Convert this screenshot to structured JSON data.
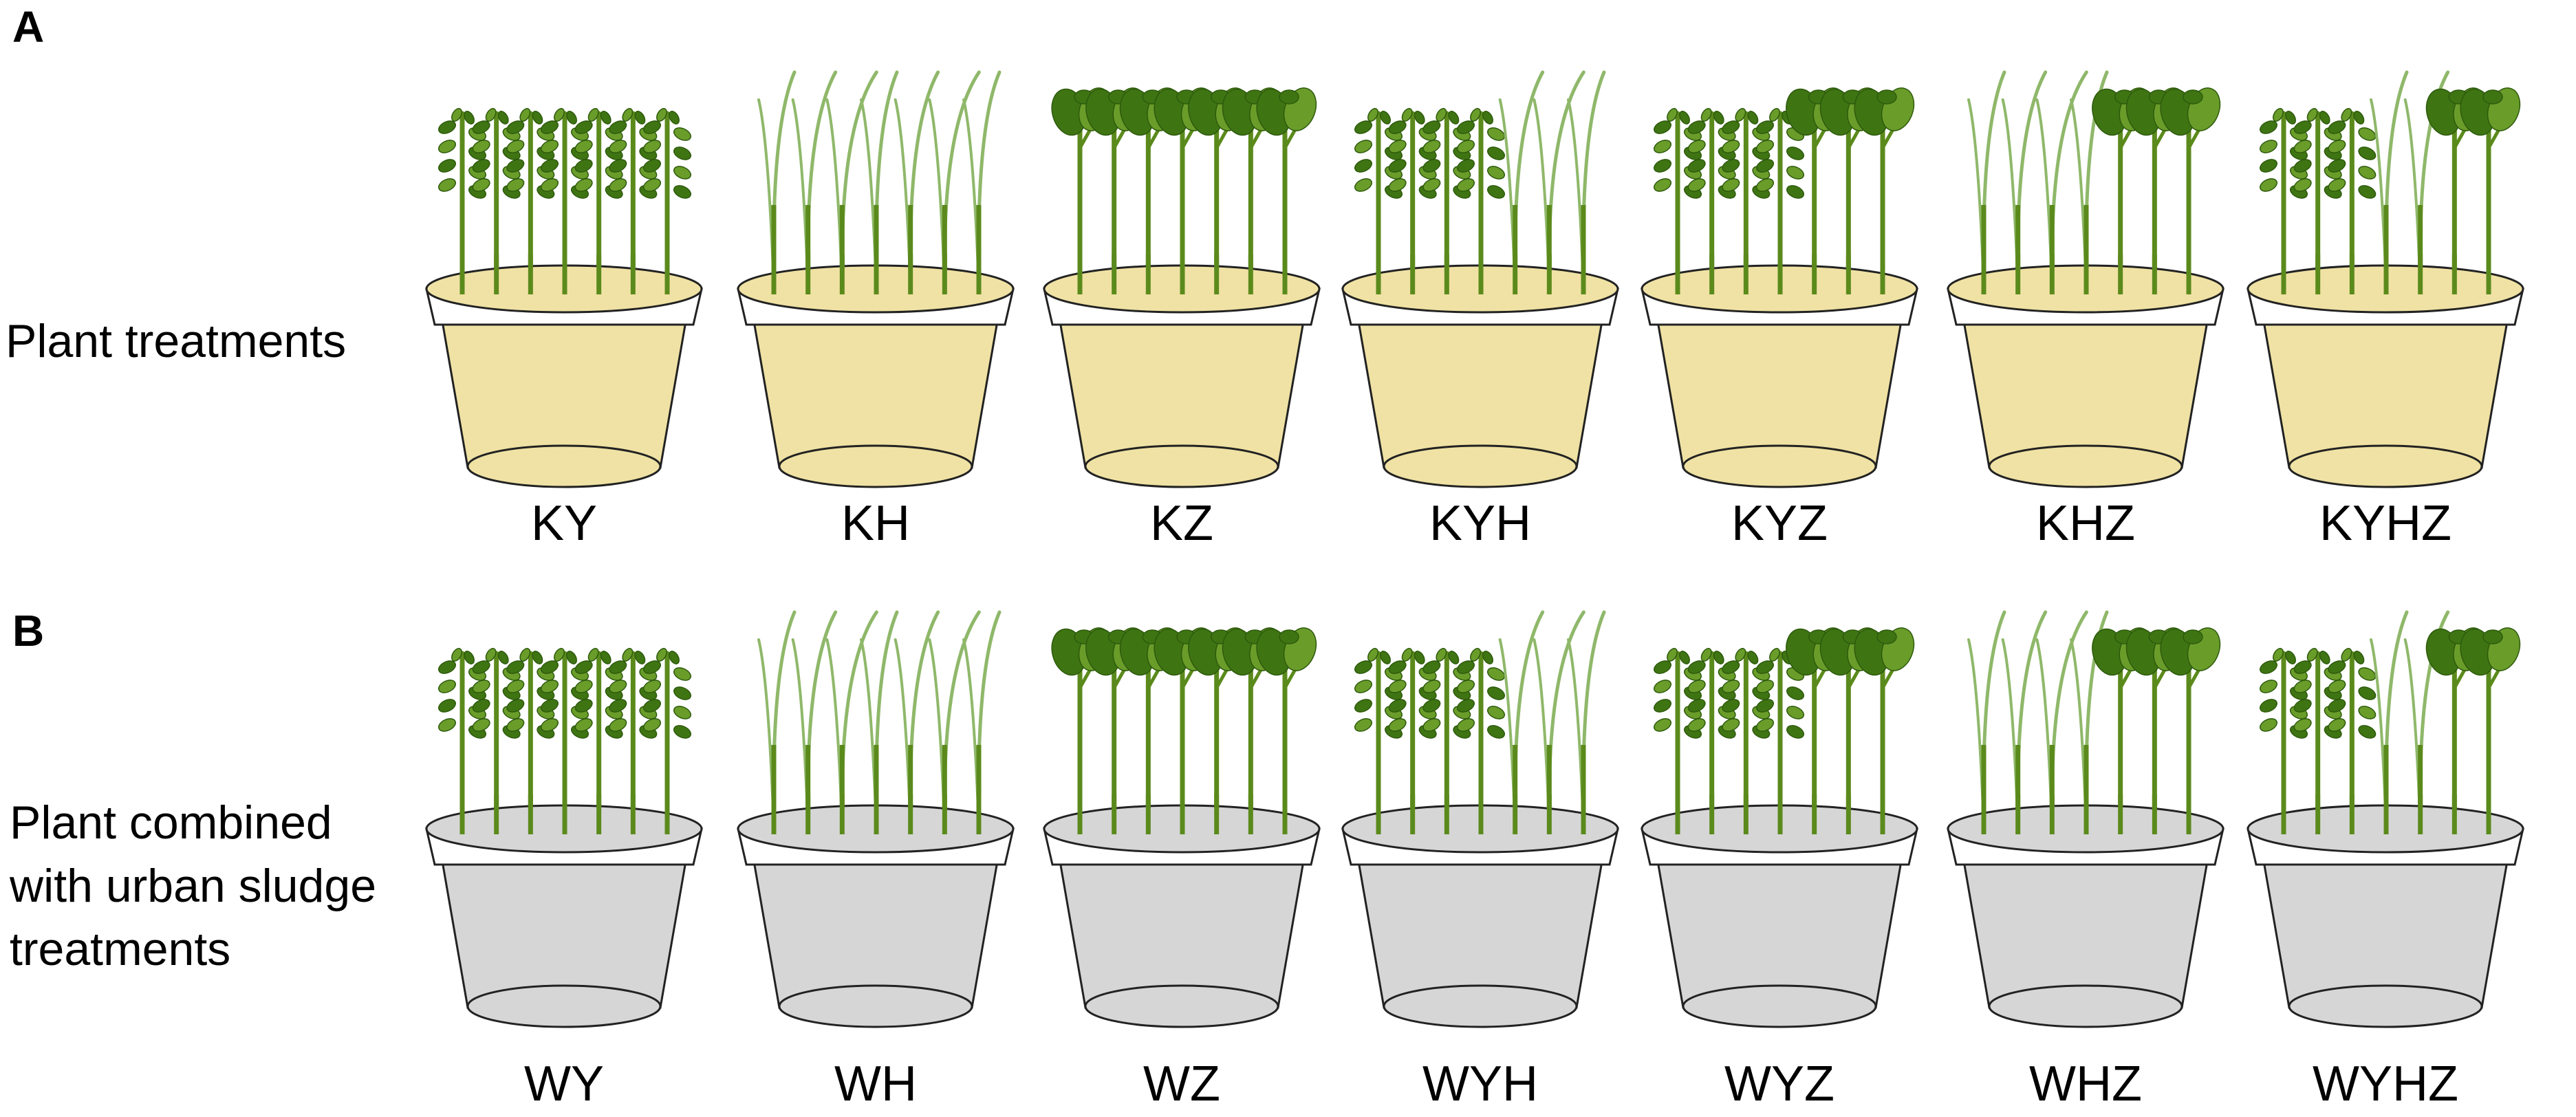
{
  "panels": [
    {
      "letter": "A",
      "label_lines": [
        "Plant treatments"
      ],
      "soil_color": "#efe2a4",
      "pots": [
        {
          "label": "KY",
          "plants": [
            "Y",
            "Y",
            "Y",
            "Y",
            "Y",
            "Y",
            "Y"
          ]
        },
        {
          "label": "KH",
          "plants": [
            "H",
            "H",
            "H",
            "H",
            "H",
            "H",
            "H"
          ]
        },
        {
          "label": "KZ",
          "plants": [
            "Z",
            "Z",
            "Z",
            "Z",
            "Z",
            "Z",
            "Z"
          ]
        },
        {
          "label": "KYH",
          "plants": [
            "Y",
            "Y",
            "Y",
            "Y",
            "H",
            "H",
            "H"
          ]
        },
        {
          "label": "KYZ",
          "plants": [
            "Y",
            "Y",
            "Y",
            "Y",
            "Z",
            "Z",
            "Z"
          ]
        },
        {
          "label": "KHZ",
          "plants": [
            "H",
            "H",
            "H",
            "H",
            "Z",
            "Z",
            "Z"
          ]
        },
        {
          "label": "KYHZ",
          "plants": [
            "Y",
            "Y",
            "Y",
            "H",
            "H",
            "Z",
            "Z"
          ]
        }
      ]
    },
    {
      "letter": "B",
      "label_lines": [
        "Plant combined",
        "with urban sludge",
        "treatments"
      ],
      "soil_color": "#d6d6d6",
      "pots": [
        {
          "label": "WY",
          "plants": [
            "Y",
            "Y",
            "Y",
            "Y",
            "Y",
            "Y",
            "Y"
          ]
        },
        {
          "label": "WH",
          "plants": [
            "H",
            "H",
            "H",
            "H",
            "H",
            "H",
            "H"
          ]
        },
        {
          "label": "WZ",
          "plants": [
            "Z",
            "Z",
            "Z",
            "Z",
            "Z",
            "Z",
            "Z"
          ]
        },
        {
          "label": "WYH",
          "plants": [
            "Y",
            "Y",
            "Y",
            "Y",
            "H",
            "H",
            "H"
          ]
        },
        {
          "label": "WYZ",
          "plants": [
            "Y",
            "Y",
            "Y",
            "Y",
            "Z",
            "Z",
            "Z"
          ]
        },
        {
          "label": "WHZ",
          "plants": [
            "H",
            "H",
            "H",
            "H",
            "Z",
            "Z",
            "Z"
          ]
        },
        {
          "label": "WYHZ",
          "plants": [
            "Y",
            "Y",
            "Y",
            "H",
            "H",
            "Z",
            "Z"
          ]
        }
      ]
    }
  ],
  "colors": {
    "stem": "#5b8a1c",
    "leaf_dark": "#3f7413",
    "leaf_mid": "#6a9c2a",
    "grass": "#8fb86a",
    "pot_rim": "#ffffff",
    "outline": "#222222"
  }
}
